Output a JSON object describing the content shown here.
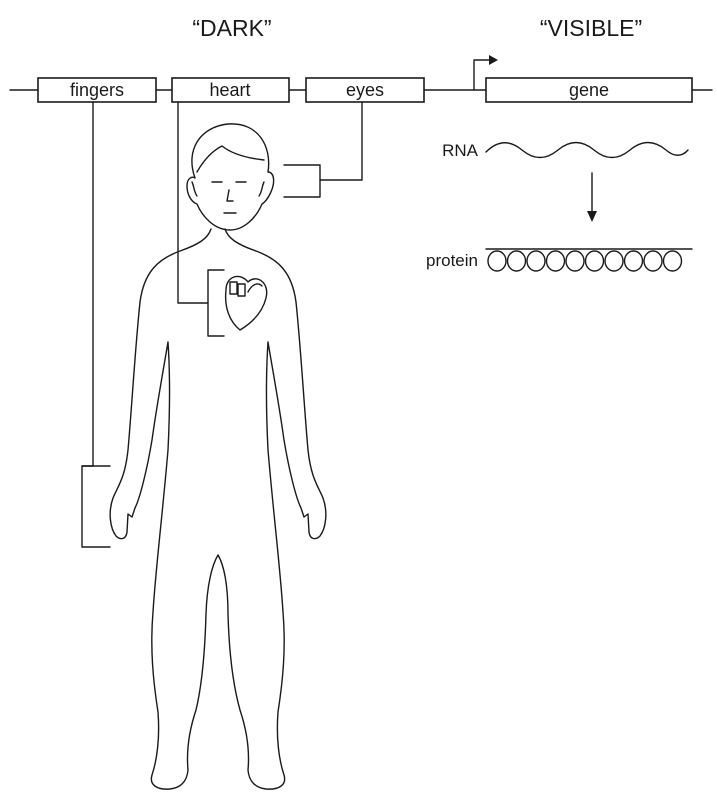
{
  "headings": {
    "dark": "“DARK”",
    "visible": "“VISIBLE”"
  },
  "dark_regions": [
    {
      "id": "fingers",
      "label": "fingers"
    },
    {
      "id": "heart",
      "label": "heart"
    },
    {
      "id": "eyes",
      "label": "eyes"
    }
  ],
  "visible_region": {
    "id": "gene",
    "label": "gene"
  },
  "products": {
    "rna": "RNA",
    "protein": "protein"
  },
  "colors": {
    "ink": "#1a1a1a",
    "background": "#ffffff"
  }
}
